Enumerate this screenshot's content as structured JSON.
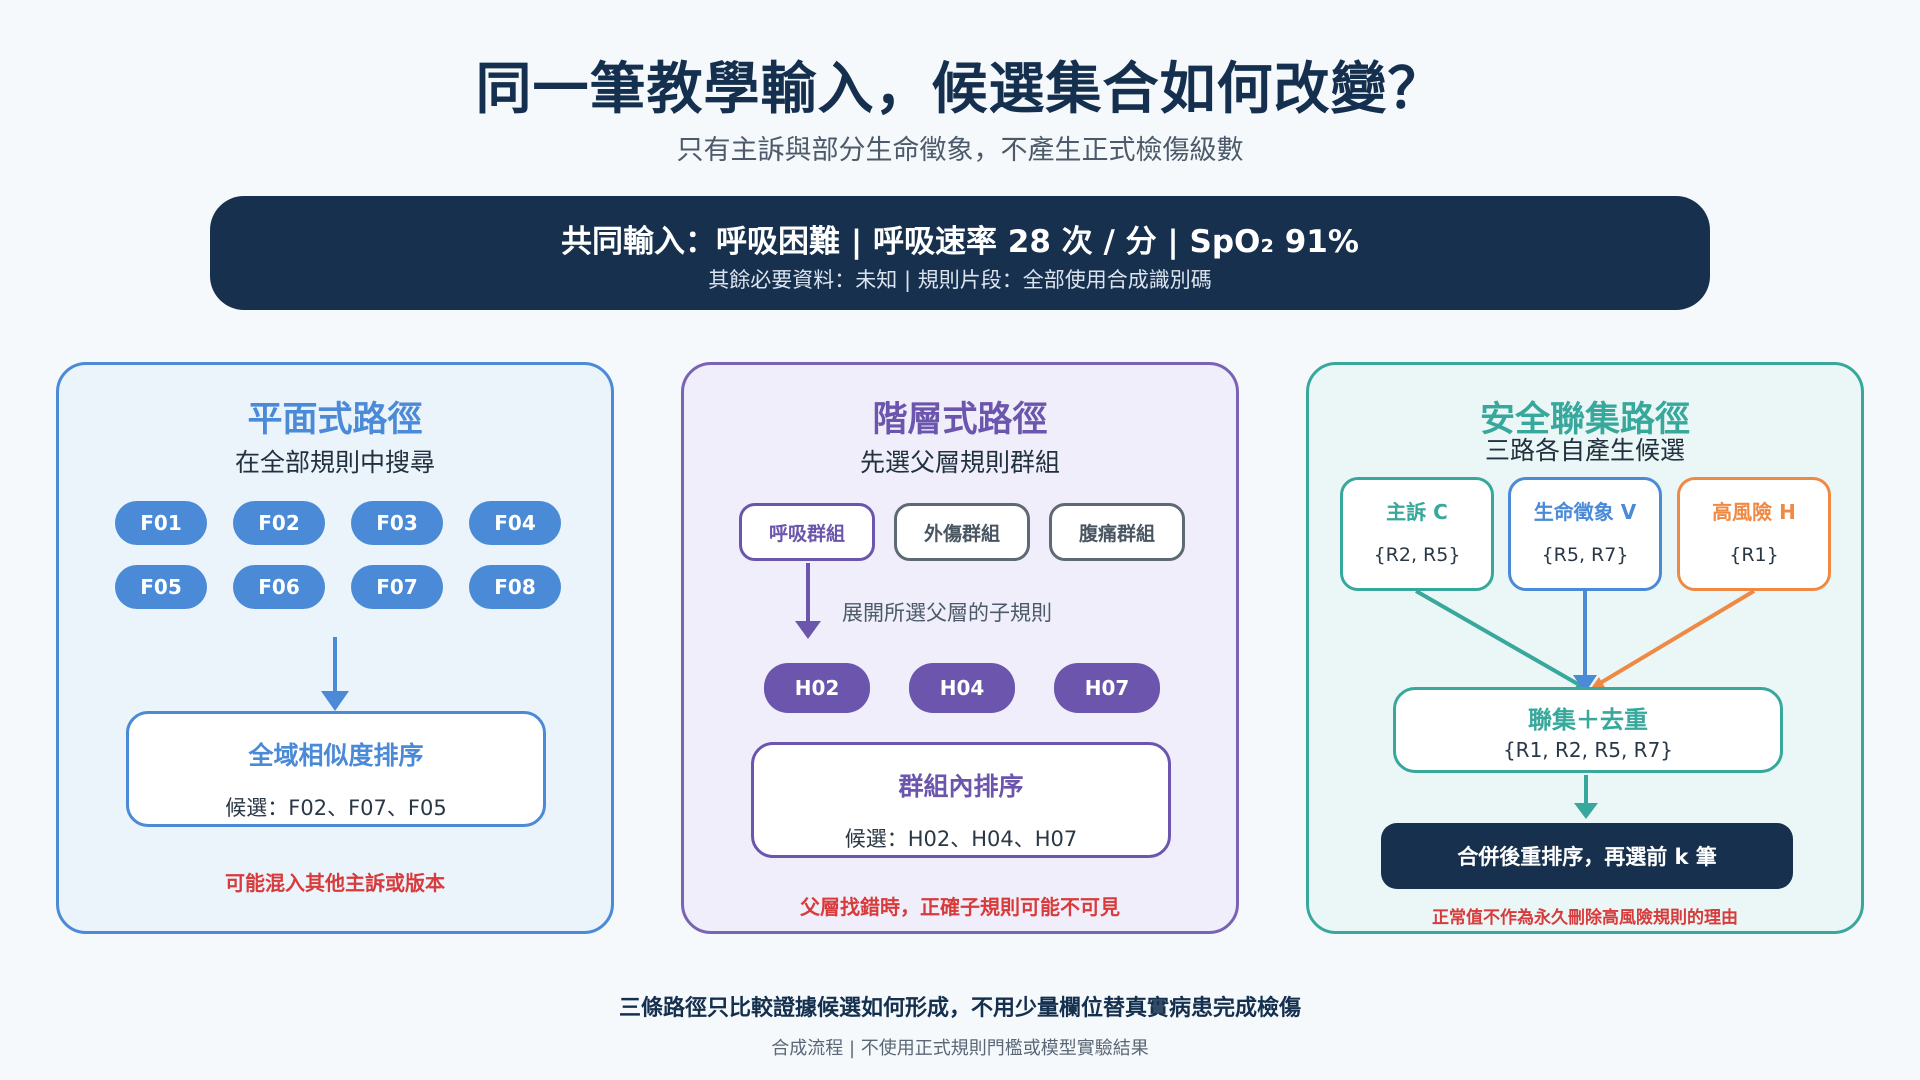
{
  "title": "同一筆教學輸入，候選集合如何改變？",
  "subtitle": "只有主訴與部分生命徵象，不產生正式檢傷級數",
  "input": {
    "main": "共同輸入：呼吸困難 | 呼吸速率 28 次 / 分 | SpO₂ 91%",
    "sub": "其餘必要資料：未知 | 規則片段：全部使用合成識別碼"
  },
  "flat": {
    "title": "平面式路徑",
    "subtitle": "在全部規則中搜尋",
    "rules": [
      "F01",
      "F02",
      "F03",
      "F04",
      "F05",
      "F06",
      "F07",
      "F08"
    ],
    "box_title": "全域相似度排序",
    "box_candidates": "候選：F02、F07、F05",
    "warning": "可能混入其他主訴或版本"
  },
  "hier": {
    "title": "階層式路徑",
    "subtitle": "先選父層規則群組",
    "groups": [
      "呼吸群組",
      "外傷群組",
      "腹痛群組"
    ],
    "expand_label": "展開所選父層的子規則",
    "children": [
      "H02",
      "H04",
      "H07"
    ],
    "box_title": "群組內排序",
    "box_candidates": "候選：H02、H04、H07",
    "warning": "父層找錯時，正確子規則可能不可見"
  },
  "fed": {
    "title": "安全聯集路徑",
    "subtitle": "三路各自產生候選",
    "sources": [
      {
        "title": "主訴 C",
        "set": "{R2, R5}"
      },
      {
        "title": "生命徵象 V",
        "set": "{R5, R7}"
      },
      {
        "title": "高風險 H",
        "set": "{R1}"
      }
    ],
    "union_title": "聯集＋去重",
    "union_set": "{R1, R2, R5, R7}",
    "final": "合併後重排序，再選前 k 筆",
    "warning": "正常值不作為永久刪除高風險規則的理由"
  },
  "footer": {
    "main": "三條路徑只比較證據候選如何形成，不用少量欄位替真實病患完成檢傷",
    "sub": "合成流程 | 不使用正式規則門檻或模型實驗結果"
  },
  "colors": {
    "navy": "#17304e",
    "blue": "#4a8ad6",
    "purple": "#6b55ad",
    "teal": "#37a89b",
    "orange": "#ee8a45",
    "warning_red": "#d83b3b"
  }
}
